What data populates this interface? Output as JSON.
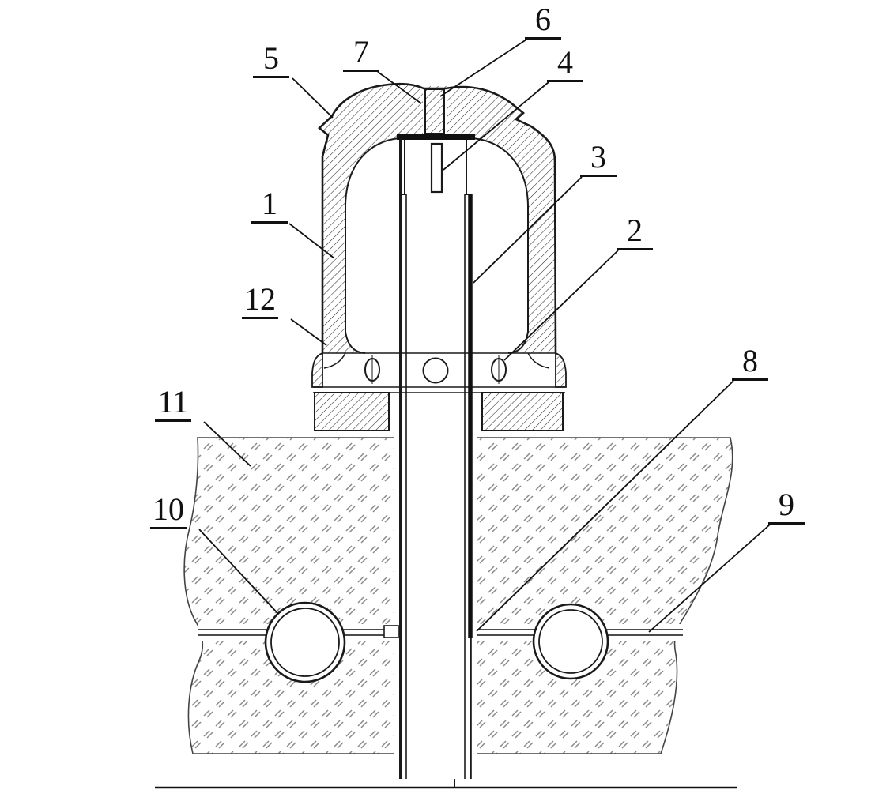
{
  "figure": {
    "type": "patent-cross-section-diagram",
    "colors": {
      "background": "#ffffff",
      "line": "#1a1a1a",
      "hatch": "#2a2a2a",
      "ground_marks": "#8a8a8a"
    },
    "labels": [
      {
        "text": "1"
      },
      {
        "text": "2"
      },
      {
        "text": "3"
      },
      {
        "text": "4"
      },
      {
        "text": "5"
      },
      {
        "text": "6"
      },
      {
        "text": "7"
      },
      {
        "text": "8"
      },
      {
        "text": "9"
      },
      {
        "text": "10"
      },
      {
        "text": "11"
      },
      {
        "text": "12"
      }
    ]
  }
}
